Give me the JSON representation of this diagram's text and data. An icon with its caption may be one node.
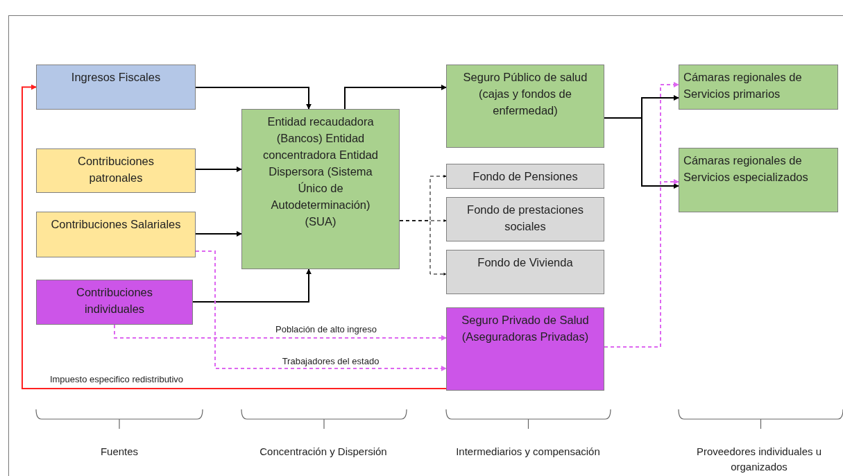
{
  "diagram": {
    "nodes": [
      {
        "text": [
          "Ingresos Fiscales"
        ]
      },
      {
        "text": [
          "Contribuciones patronales"
        ]
      },
      {
        "text": [
          "Contribuciones Salariales"
        ]
      },
      {
        "text": [
          "Contribuciones individuales"
        ]
      },
      {
        "text": [
          "Entidad recaudadora (Bancos) Entidad concentradora Entidad Dispersora (Sistema Único de Autodeterminación) (SUA)"
        ]
      },
      {
        "text": [
          "Seguro Público de salud (cajas y fondos de enfermedad)"
        ]
      },
      {
        "text": [
          "Fondo de Pensiones"
        ]
      },
      {
        "text": [
          "Fondo de prestaciones sociales"
        ]
      },
      {
        "text": [
          "Fondo de Vivienda"
        ]
      },
      {
        "text": [
          "Seguro Privado de Salud (Aseguradoras Privadas)"
        ]
      },
      {
        "text": [
          "Cámaras regionales de Servicios primarios"
        ]
      },
      {
        "text": [
          "Cámaras regionales de Servicios especializados"
        ]
      }
    ],
    "edges": [
      {
        "from": 0,
        "to": 4,
        "arrow": "to"
      },
      {
        "from": 1,
        "to": 4,
        "arrow": "to"
      },
      {
        "from": 2,
        "to": 4,
        "arrow": "to"
      },
      {
        "from": 3,
        "to": 4,
        "arrow": "to"
      },
      {
        "from": 4,
        "to": 5,
        "arrow": "to"
      },
      {
        "from": 4,
        "to": 6,
        "arrow": "to",
        "style": "dashed"
      },
      {
        "from": 4,
        "to": 7,
        "arrow": "to",
        "style": "dashed"
      },
      {
        "from": 4,
        "to": 8,
        "arrow": "to",
        "style": "dashed"
      },
      {
        "from": 5,
        "to": 10,
        "arrow": "to"
      },
      {
        "from": 5,
        "to": 11,
        "arrow": "to"
      },
      {
        "from": 3,
        "to": 9,
        "arrow": "to",
        "label": "Población de alto ingreso",
        "style": "dashed",
        "color": "#dd66f0"
      },
      {
        "from": 2,
        "to": 9,
        "arrow": "to",
        "label": "Trabajadores del estado",
        "style": "dashed",
        "color": "#dd66f0"
      },
      {
        "from": 9,
        "to": 10,
        "arrow": "to",
        "style": "dashed",
        "color": "#dd66f0"
      },
      {
        "from": 9,
        "to": 11,
        "arrow": "to",
        "style": "dashed",
        "color": "#dd66f0"
      },
      {
        "from": 9,
        "to": 0,
        "arrow": "to",
        "label": "Impuesto especifico redistributivo",
        "color": "#ff2020"
      }
    ],
    "labels": [
      "Fuentes",
      "Concentración y Dispersión",
      "Intermediarios y compensación",
      "Proveedores individuales u organizados"
    ]
  }
}
